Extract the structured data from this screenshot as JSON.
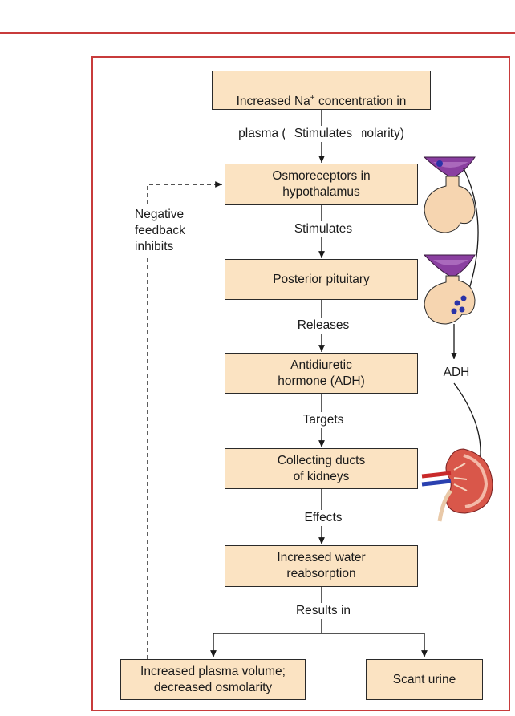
{
  "boxes": {
    "b1_pre": "Increased Na",
    "b1_sup": "+",
    "b1_post": " concentration in",
    "b1_line2": "plasma (increased osmolarity)",
    "b2": "Osmoreceptors in\nhypothalamus",
    "b3": "Posterior pituitary",
    "b4": "Antidiuretic\nhormone (ADH)",
    "b5": "Collecting ducts\nof kidneys",
    "b6": "Increased water\nreabsorption",
    "b7": "Increased plasma volume;\ndecreased osmolarity",
    "b8": "Scant urine"
  },
  "labels": {
    "l1": "Stimulates",
    "l2": "Stimulates",
    "l3": "Releases",
    "l4": "Targets",
    "l5": "Effects",
    "l6": "Results in"
  },
  "side": {
    "feedback": "Negative\nfeedback\ninhibits",
    "adh": "ADH"
  },
  "colors": {
    "frame": "#c83b3b",
    "box_fill": "#fbe3c2",
    "gland": "#f6d5b0",
    "stalk_purple": "#8a3fa0",
    "dot_blue": "#2a33a8",
    "kidney": "#d9574a"
  },
  "icons": [
    "hypothalamus-gland-icon",
    "pituitary-gland-icon",
    "kidney-icon"
  ]
}
